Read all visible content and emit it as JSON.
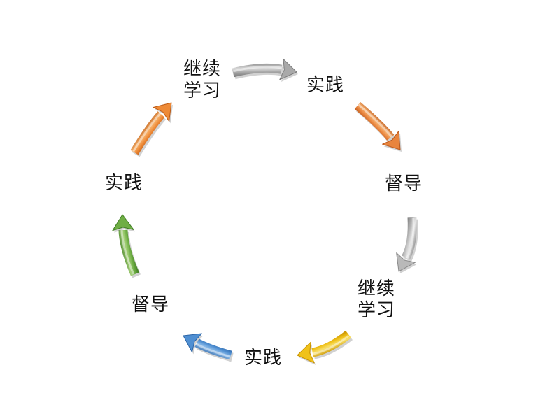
{
  "cycle": {
    "nodes": [
      {
        "id": "top-left",
        "lines": [
          "继续",
          "学习"
        ]
      },
      {
        "id": "top-right",
        "lines": [
          "实践"
        ]
      },
      {
        "id": "right",
        "lines": [
          "督导"
        ]
      },
      {
        "id": "bottom-right",
        "lines": [
          "继续",
          "学习"
        ]
      },
      {
        "id": "bottom",
        "lines": [
          "实践"
        ]
      },
      {
        "id": "bottom-left",
        "lines": [
          "督导"
        ]
      },
      {
        "id": "left",
        "lines": [
          "实践"
        ]
      }
    ],
    "arrows": [
      {
        "from": "top-left",
        "to": "top-right",
        "color": "#a9a9a9",
        "light": "#dcdcdc",
        "dark": "#7c7c7c"
      },
      {
        "from": "top-right",
        "to": "right",
        "color": "#e8843d",
        "light": "#f6b06f",
        "dark": "#b9561a"
      },
      {
        "from": "right",
        "to": "bottom-right",
        "color": "#b9b9b9",
        "light": "#e6e6e6",
        "dark": "#8a8a8a"
      },
      {
        "from": "bottom-right",
        "to": "bottom",
        "color": "#f0c21a",
        "light": "#f8e06a",
        "dark": "#c89200"
      },
      {
        "from": "bottom",
        "to": "bottom-left",
        "color": "#4f8fd2",
        "light": "#8ebce9",
        "dark": "#2d66a8"
      },
      {
        "from": "bottom-left",
        "to": "left",
        "color": "#6fae45",
        "light": "#a8d27c",
        "dark": "#3f7d22"
      },
      {
        "from": "left",
        "to": "top-left",
        "color": "#ee8a37",
        "light": "#f7b46e",
        "dark": "#bd5b16"
      }
    ]
  }
}
